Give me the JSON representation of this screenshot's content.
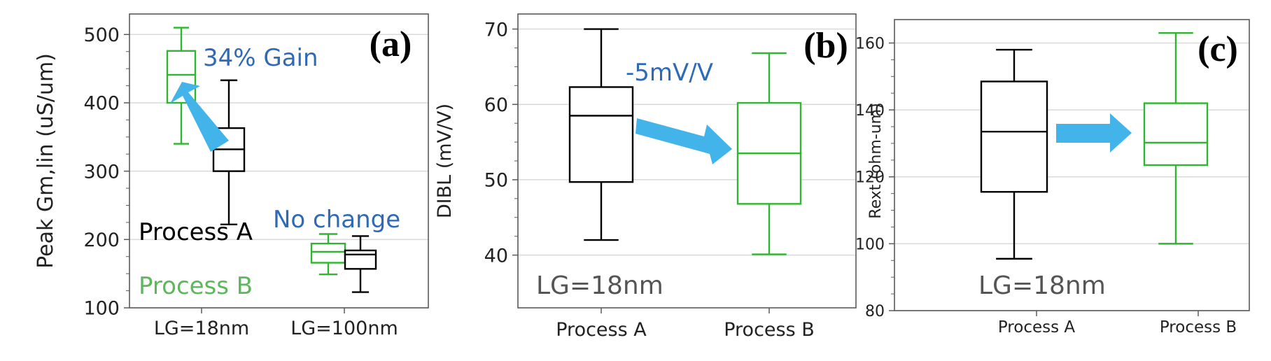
{
  "colors": {
    "process_a": "#000000",
    "process_b": "#2fb52f",
    "annotation_blue": "#2e6ab8",
    "arrow_fill": "#43b4ea",
    "legend_b_text": "#5db85b",
    "lg_text": "#555555",
    "grid": "#d9d9d9",
    "frame": "#5a5a5a"
  },
  "chart_data": [
    {
      "type": "box",
      "panel_label": "(a)",
      "ylabel": "Peak Gm,lin (uS/um)",
      "ylim": [
        100,
        530
      ],
      "yticks": [
        100,
        200,
        300,
        400,
        500
      ],
      "grid": true,
      "categories": [
        "LG=18nm",
        "LG=100nm"
      ],
      "boxes": [
        {
          "series": "Process B",
          "category": "LG=18nm",
          "min": 340,
          "q1": 400,
          "median": 441,
          "q3": 476,
          "max": 510
        },
        {
          "series": "Process A",
          "category": "LG=18nm",
          "min": 222,
          "q1": 300,
          "median": 332,
          "q3": 363,
          "max": 433
        },
        {
          "series": "Process B",
          "category": "LG=100nm",
          "min": 149,
          "q1": 166,
          "median": 182,
          "q3": 194,
          "max": 208
        },
        {
          "series": "Process A",
          "category": "LG=100nm",
          "min": 123,
          "q1": 157,
          "median": 178,
          "q3": 184,
          "max": 205
        }
      ],
      "legend": [
        {
          "label": "Process A",
          "series": "Process A"
        },
        {
          "label": "Process B",
          "series": "Process B"
        }
      ],
      "annotations": [
        "34% Gain",
        "No change"
      ]
    },
    {
      "type": "box",
      "panel_label": "(b)",
      "ylabel": "DIBL (mV/V)",
      "ylim": [
        33,
        72
      ],
      "yticks": [
        40,
        50,
        60,
        70
      ],
      "grid": true,
      "categories": [
        "Process A",
        "Process B"
      ],
      "boxes": [
        {
          "series": "Process A",
          "category": "Process A",
          "min": 42,
          "q1": 49.7,
          "median": 58.5,
          "q3": 62.3,
          "max": 70
        },
        {
          "series": "Process B",
          "category": "Process B",
          "min": 40.1,
          "q1": 46.8,
          "median": 53.5,
          "q3": 60.2,
          "max": 66.8
        }
      ],
      "annotations": [
        "-5mV/V",
        "LG=18nm"
      ]
    },
    {
      "type": "box",
      "panel_label": "(c)",
      "ylabel": "Rext (ohm-um)",
      "ylim": [
        80,
        167
      ],
      "yticks": [
        80,
        100,
        120,
        140,
        160
      ],
      "grid": true,
      "categories": [
        "Process A",
        "Process B"
      ],
      "boxes": [
        {
          "series": "Process A",
          "category": "Process A",
          "min": 95.5,
          "q1": 115.5,
          "median": 133.5,
          "q3": 148.5,
          "max": 158
        },
        {
          "series": "Process B",
          "category": "Process B",
          "min": 100,
          "q1": 123.5,
          "median": 130.2,
          "q3": 142,
          "max": 163
        }
      ],
      "annotations": [
        "LG=18nm"
      ]
    }
  ]
}
